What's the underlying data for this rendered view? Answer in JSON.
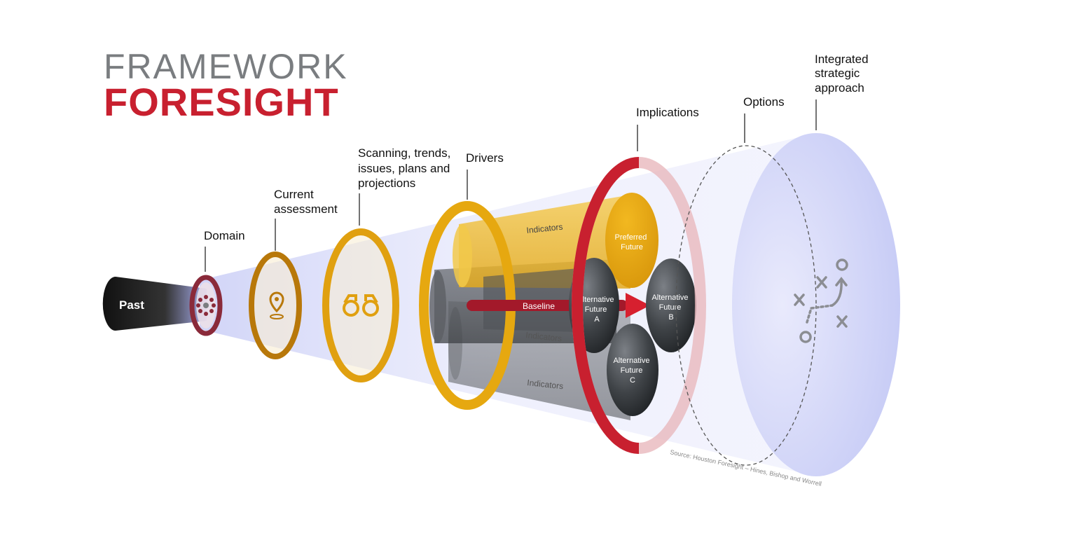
{
  "title": {
    "line1": "FRAMEWORK",
    "line2": "FORESIGHT"
  },
  "stages": {
    "past": "Past",
    "domain": "Domain",
    "current_assessment": [
      "Current",
      "assessment"
    ],
    "scanning": [
      "Scanning, trends,",
      "issues, plans and",
      "projections"
    ],
    "drivers": "Drivers",
    "implications": "Implications",
    "options": "Options",
    "integrated": [
      "Integrated",
      "strategic",
      "approach"
    ]
  },
  "inner": {
    "indicators_top": "Indicators",
    "indicators_mid": "Indicators",
    "indicators_bottom": "Indicators",
    "baseline": "Baseline",
    "preferred": [
      "Preferred",
      "Future"
    ],
    "alt_a": [
      "Alternative",
      "Future",
      "A"
    ],
    "alt_b": [
      "Alternative",
      "Future",
      "B"
    ],
    "alt_c": [
      "Alternative",
      "Future",
      "C"
    ]
  },
  "source": "Source: Houston Foresight – Hines, Bishop and Worrell",
  "icons": [
    "domain-dots-icon",
    "location-pin-icon",
    "binoculars-icon",
    "strategy-play-icon"
  ],
  "colors": {
    "red": "#c8202f",
    "gold": "#e6a810",
    "bronze": "#b8780a",
    "maroon": "#8a2a3a",
    "gray": "#7a7d80",
    "lavender": "#c9ccf5"
  }
}
